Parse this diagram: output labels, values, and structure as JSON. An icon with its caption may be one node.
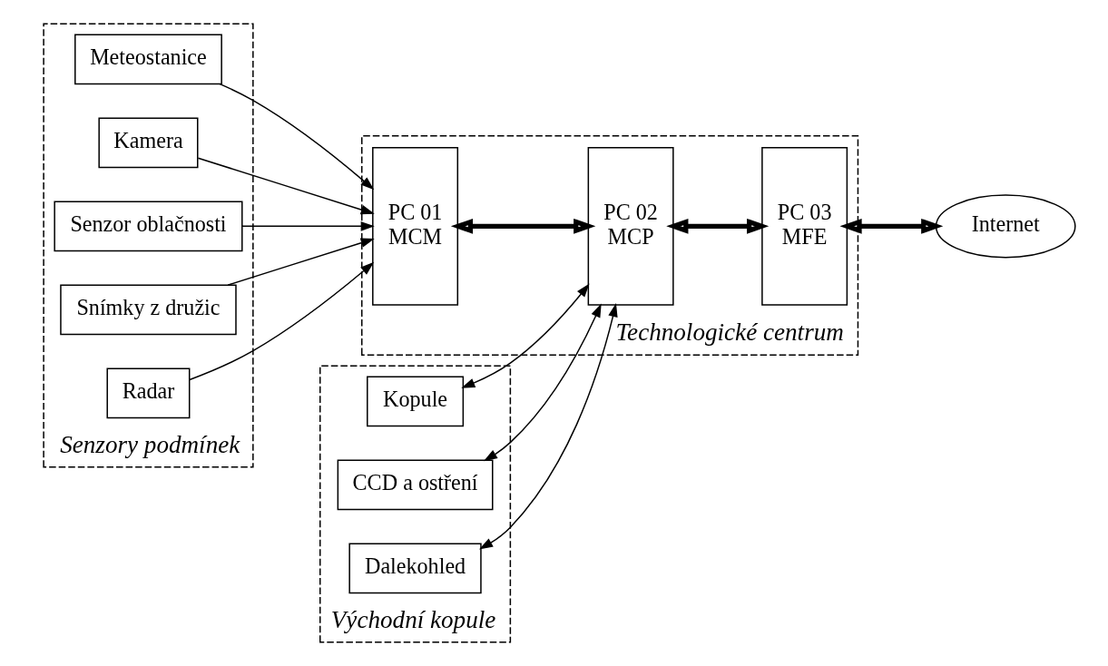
{
  "diagram": {
    "nodes": [
      {
        "text": [
          "Senzory podmínek"
        ]
      },
      {
        "text": [
          "Meteostanice"
        ],
        "in": 0
      },
      {
        "text": [
          "Kamera"
        ],
        "in": 0
      },
      {
        "text": [
          "Senzor oblačnosti"
        ],
        "in": 0
      },
      {
        "text": [
          "Snímky z družic"
        ],
        "in": 0
      },
      {
        "text": [
          "Radar"
        ],
        "in": 0
      },
      {
        "text": [
          "Východní kopule"
        ]
      },
      {
        "text": [
          "Kopule"
        ],
        "in": 6
      },
      {
        "text": [
          "CCD a ostření"
        ],
        "in": 6
      },
      {
        "text": [
          "Dalekohled"
        ],
        "in": 6
      },
      {
        "text": [
          "Technologické centrum"
        ]
      },
      {
        "text": [
          "PC 01",
          "MCM"
        ],
        "in": 10
      },
      {
        "text": [
          "PC 02",
          "MCP"
        ],
        "in": 10
      },
      {
        "text": [
          "PC 03",
          "MFE"
        ],
        "in": 10
      },
      {
        "text": [
          "Internet"
        ]
      }
    ],
    "edges": [
      {
        "from": 1,
        "to": 11,
        "arrow": "to"
      },
      {
        "from": 2,
        "to": 11,
        "arrow": "to"
      },
      {
        "from": 3,
        "to": 11,
        "arrow": "to"
      },
      {
        "from": 4,
        "to": 11,
        "arrow": "to"
      },
      {
        "from": 5,
        "to": 11,
        "arrow": "to"
      },
      {
        "from": 7,
        "to": 12,
        "arrow": "both"
      },
      {
        "from": 8,
        "to": 12,
        "arrow": "both"
      },
      {
        "from": 9,
        "to": 12,
        "arrow": "both"
      },
      {
        "from": 11,
        "to": 12,
        "arrow": "both",
        "style": "thick"
      },
      {
        "from": 12,
        "to": 13,
        "arrow": "both",
        "style": "thick"
      },
      {
        "from": 13,
        "to": 14,
        "arrow": "both",
        "style": "thick"
      }
    ]
  }
}
